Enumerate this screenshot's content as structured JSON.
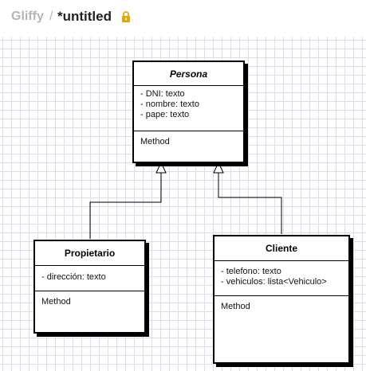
{
  "header": {
    "brand": "Gliffy",
    "separator": "/",
    "document_title": "*untitled",
    "lock_icon": "lock-icon",
    "lock_color": "#e0a800"
  },
  "diagram": {
    "classes": {
      "persona": {
        "name": "Persona",
        "attributes": [
          "- DNI: texto",
          "- nombre: texto",
          "- pape: texto"
        ],
        "methods": "Method"
      },
      "propietario": {
        "name": "Propietario",
        "attributes": [
          "- dirección: texto"
        ],
        "methods": "Method"
      },
      "cliente": {
        "name": "Cliente",
        "attributes": [
          "- telefono: texto",
          "- vehiculos: lista<Vehiculo>"
        ],
        "methods": "Method"
      }
    },
    "relations": [
      "Propietario inherits Persona",
      "Cliente inherits Persona"
    ]
  }
}
